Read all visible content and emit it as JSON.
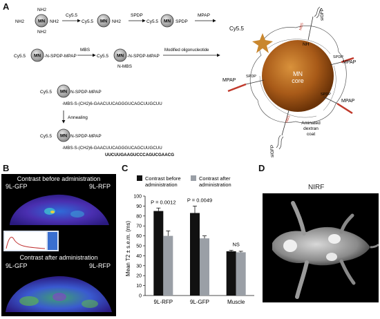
{
  "panels": {
    "a": "A",
    "b": "B",
    "c": "C",
    "d": "D"
  },
  "scheme": {
    "cy55": "Cy5.5",
    "spdp": "SPDP",
    "mpap": "MPAP",
    "mbs": "MBS",
    "modified_oligo": "Modified oligonucleotide",
    "annealing": "Annealing",
    "mn": "MN",
    "nh2": "NH2",
    "strand1": "-MBS-S-(CH2)6-GAACUUCAGGGUCAGCUUGCUU",
    "strand2": "UUCUUGAAGUCCCAGUCGAACG",
    "row1_c": "Cy5.5-N-",
    "row2_c": "-N-SPDP-MPAP",
    "row3_c": "N-SPDP-MPAP",
    "mbs_short": "N-MBS"
  },
  "np": {
    "core_line1": "MN",
    "core_line2": "core",
    "cy": "Cy5.5",
    "sigfp": "siGFP",
    "nh": "NH",
    "spdp": "SPDP",
    "mpap": "MPAP",
    "mbs": "MBS",
    "coat1": "Aminated",
    "coat2": "dextran",
    "coat3": "coat"
  },
  "mri": {
    "before": "Contrast before administration",
    "after": "Contrast after administration",
    "gfp": "9L-GFP",
    "rfp": "9L-RFP"
  },
  "chart_data": {
    "type": "bar",
    "categories": [
      "9L-RFP",
      "9L-GFP",
      "Muscle"
    ],
    "series": [
      {
        "name": "Contrast before administration",
        "values": [
          85,
          83,
          44.5
        ],
        "errors": [
          3,
          7,
          1
        ],
        "color": "#111111"
      },
      {
        "name": "Contrast after administration",
        "values": [
          60,
          57.5,
          43.5
        ],
        "errors": [
          5,
          2.5,
          1
        ],
        "color": "#9a9fa6"
      }
    ],
    "ylabel": "Mean T2 ± s.e.m. (ms)",
    "ylim": [
      0,
      100
    ],
    "yticks": [
      0,
      10,
      20,
      30,
      40,
      50,
      60,
      70,
      80,
      90,
      100
    ],
    "annotations": [
      "P = 0.0012",
      "P = 0.0049",
      "NS"
    ]
  },
  "nirf": {
    "title": "NIRF"
  }
}
